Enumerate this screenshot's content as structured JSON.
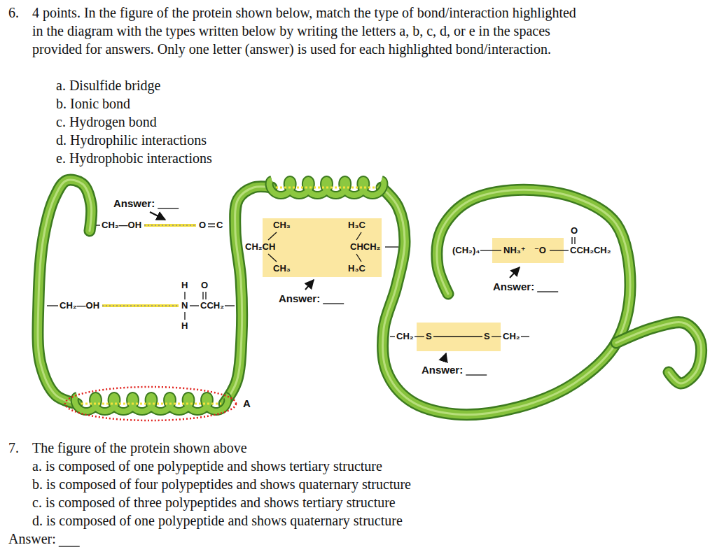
{
  "diagram": {
    "nodes": [
      {
        "text": [
          "CH₃",
          "H₃C",
          "CH₃",
          "H₃C"
        ]
      },
      {
        "text": [
          "NH₃⁺",
          "⁻O"
        ]
      },
      {
        "text": [
          "S",
          "S"
        ]
      }
    ],
    "labels": [
      "6.",
      "4 points. In the figure of the protein shown below, match the type of bond/interaction highlighted in the diagram with the types written below by writing the letters a, b, c, d, or e in the spaces provided for answers. Only one letter (answer) is used for each highlighted bond/interaction.",
      "a. Disulfide bridge",
      "b. Ionic bond",
      "c. Hydrogen bond",
      "d. Hydrophilic interactions",
      "e. Hydrophobic interactions",
      "Answer:",
      "CH₂—OH",
      "O",
      "C",
      "O",
      "CH₂CH",
      "CHCH₂",
      "(CH₂)₄",
      "CCH₂CH₂",
      "H",
      "O",
      "Answer:",
      "Answer:",
      "CH₂—OH",
      "N",
      "CCH₂",
      "H",
      "CH₂",
      "CH₂",
      "Answer:",
      "A",
      "7.",
      "The figure of the protein shown above",
      "a. is composed of one polypeptide and shows tertiary structure",
      "b. is composed of four polypeptides and shows quaternary structure",
      "c. is composed of three polypeptides and shows tertiary structure",
      "d. is composed of one polypeptide and shows quaternary structure",
      "Answer:"
    ]
  }
}
